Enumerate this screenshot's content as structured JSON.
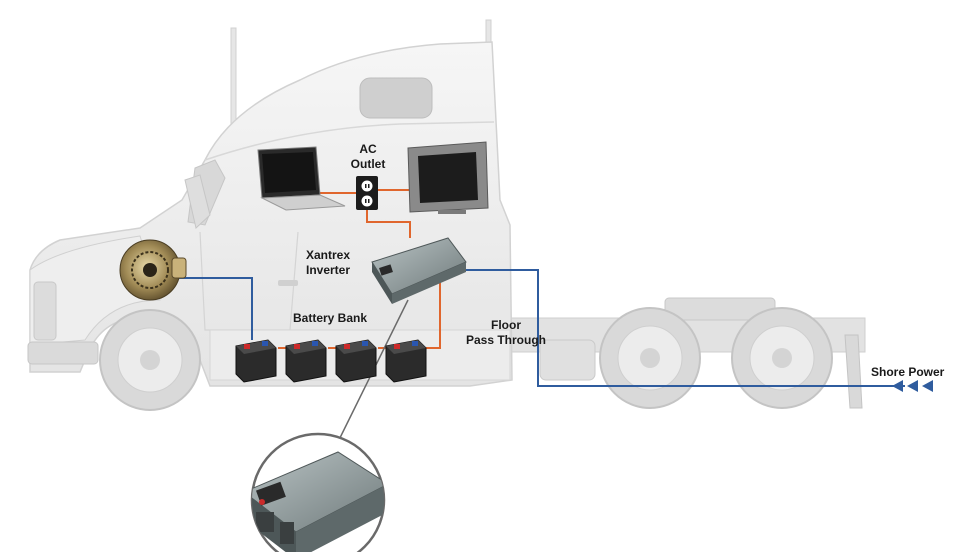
{
  "labels": {
    "ac_outlet": [
      "AC",
      "Outlet"
    ],
    "xantrex_inverter": [
      "Xantrex",
      "Inverter"
    ],
    "battery_bank": "Battery Bank",
    "floor_pass_through": [
      "Floor",
      "Pass Through"
    ],
    "shore_power": "Shore Power"
  },
  "colors": {
    "dc_wire": "#2f5c9e",
    "ac_wire": "#e0662d",
    "truck_body": "#ededed",
    "truck_outline": "#d2d2d2",
    "truck_dark": "#cfcfcf",
    "battery": "#2b2b2b",
    "terminal_red": "#cc2a2a",
    "terminal_blue": "#2a56b0",
    "inverter": "#8f9a9b",
    "callout_line": "#6a6a6a"
  },
  "icons": {
    "alternator": "alternator-icon",
    "laptop": "laptop-icon",
    "tv": "television-icon",
    "outlet": "ac-outlet-icon",
    "inverter": "inverter-icon",
    "battery": "battery-icon",
    "shore_plug": "shore-power-arrow-icon"
  },
  "battery_count": 4
}
